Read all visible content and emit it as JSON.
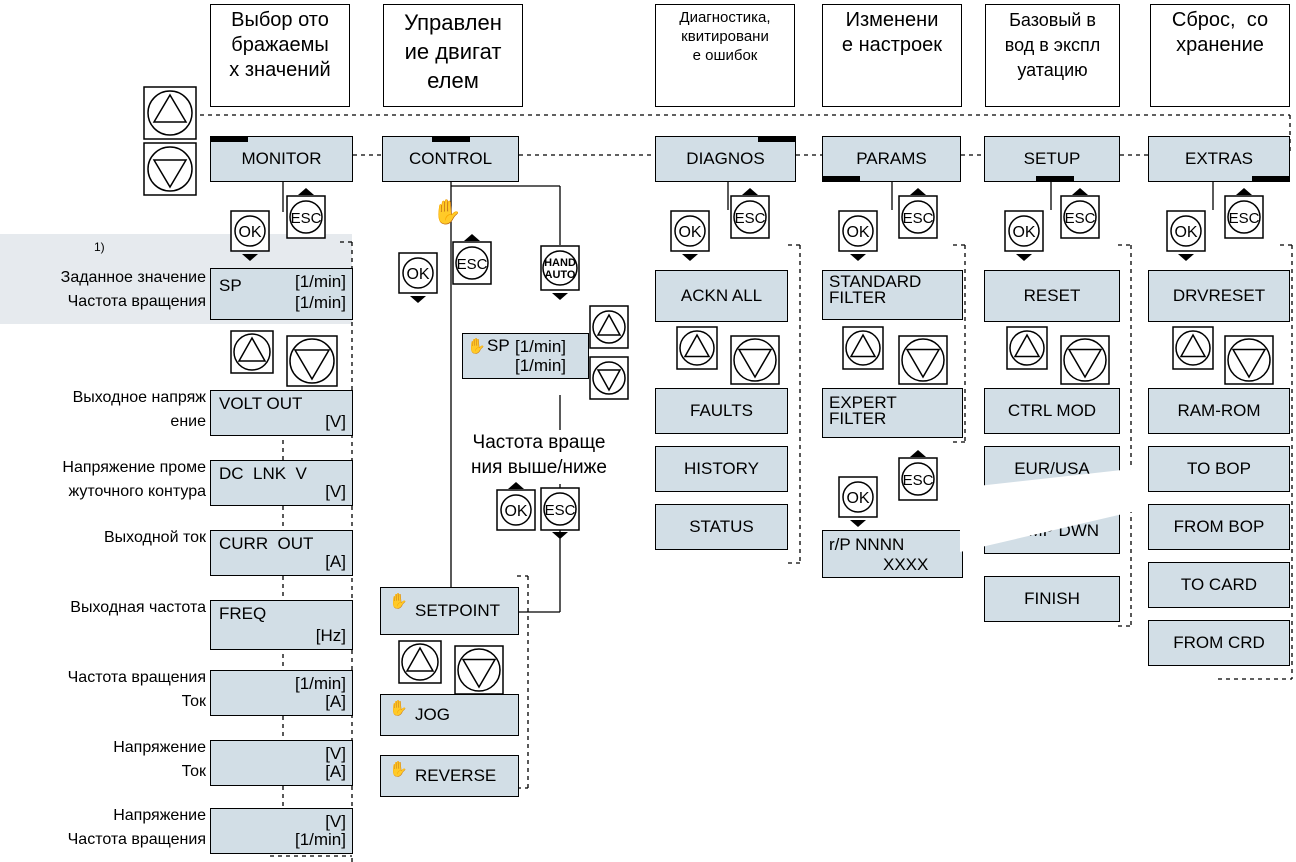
{
  "headers": {
    "monitor": "Выбор ото\nбражаемы\nх значений",
    "control": "Управлен\nие двигат\nелем",
    "diagnos": "Диагностика,\nквитировани\nе ошибок",
    "params": "Изменени\nе настроек",
    "setup": "Базовый в\nвод в экспл\nуатацию",
    "extras": "Сброс,  со\nхранение"
  },
  "menus": {
    "monitor": "MONITOR",
    "control": "CONTROL",
    "diagnos": "DIAGNOS",
    "params": "PARAMS",
    "setup": "SETUP",
    "extras": "EXTRAS"
  },
  "keys": {
    "ok": "OK",
    "esc": "ESC",
    "hand": "HAND",
    "auto": "AUTO"
  },
  "footnote": "1)",
  "monitor": {
    "sp_box": {
      "name": "SP",
      "u1": "[1/min]",
      "u2": "[1/min]"
    },
    "sp_labels": [
      "Заданное значение",
      "Частота вращения"
    ],
    "rows": [
      {
        "labels": [
          "Выходное напряж",
          "ение"
        ],
        "name": "VOLT OUT",
        "unit_top": "",
        "unit": "[V]"
      },
      {
        "labels": [
          "Напряжение проме",
          "жуточного контура"
        ],
        "name": "DC  LNK  V",
        "unit_top": "",
        "unit": "[V]"
      },
      {
        "labels": [
          "Выходной ток",
          ""
        ],
        "name": "CURR  OUT",
        "unit_top": "",
        "unit": "[A]"
      },
      {
        "labels": [
          "Выходная частота",
          ""
        ],
        "name": "FREQ",
        "unit_top": "",
        "unit": "[Hz]"
      },
      {
        "labels": [
          "Частота вращения",
          "Ток"
        ],
        "name": "",
        "unit_top": "[1/min]",
        "unit": "[A]"
      },
      {
        "labels": [
          "Напряжение",
          "Ток"
        ],
        "name": "",
        "unit_top": "[V]",
        "unit": "[A]"
      },
      {
        "labels": [
          "Напряжение",
          "Частота вращения"
        ],
        "name": "",
        "unit_top": "[V]",
        "unit": "[1/min]"
      }
    ]
  },
  "control": {
    "sp_box": {
      "name": "SP",
      "u1": "[1/min]",
      "u2": "[1/min]"
    },
    "note": "Частота враще\nния выше/ниже",
    "items": [
      "SETPOINT",
      "JOG",
      "REVERSE"
    ]
  },
  "diagnos": {
    "items": [
      "ACKN  ALL",
      "FAULTS",
      "HISTORY",
      "STATUS"
    ]
  },
  "params": {
    "standard": "STANDARD\nFILTER",
    "expert": "EXPERT\nFILTER",
    "rp": "r/P NNNN",
    "rp2": "XXXX"
  },
  "setup": {
    "items": [
      "RESET",
      "CTRL MOD",
      "EUR/USA",
      "RAMP DWN",
      "FINISH"
    ]
  },
  "extras": {
    "items": [
      "DRVRESET",
      "RAM-ROM",
      "TO BOP",
      "FROM BOP",
      "TO  CARD",
      "FROM  CRD"
    ]
  },
  "colors": {
    "box_fill": "#d2dee6",
    "footnote_bg": "#e6eaee"
  }
}
